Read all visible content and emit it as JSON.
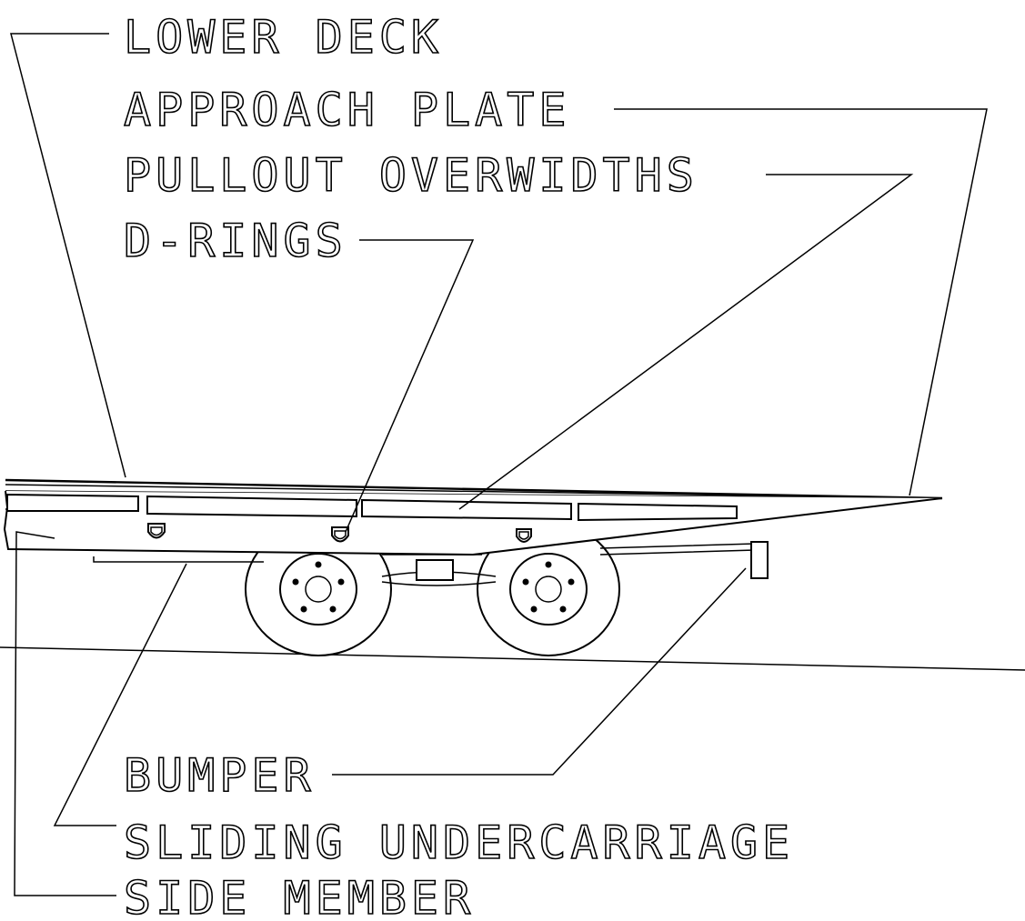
{
  "labels": {
    "lower_deck": "LOWER DECK",
    "approach_plate": "APPROACH PLATE",
    "pullout_overwidths": "PULLOUT OVERWIDTHS",
    "d_rings": "D-RINGS",
    "bumper": "BUMPER",
    "sliding_undercarriage": "SLIDING UNDERCARRIAGE",
    "side_member": "SIDE MEMBER"
  }
}
